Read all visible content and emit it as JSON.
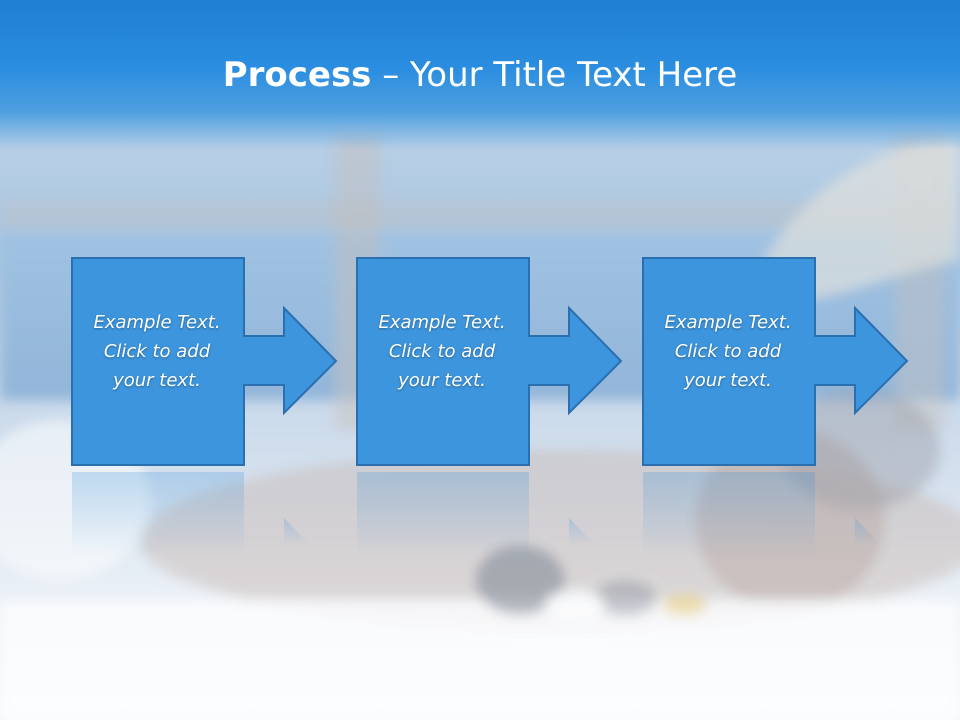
{
  "title": {
    "strong": "Process",
    "rest": " – Your Title Text Here"
  },
  "steps": [
    {
      "line1": "Example Text.",
      "line2": "Click  to add",
      "line3": "your text."
    },
    {
      "line1": "Example Text.",
      "line2": "Click  to add",
      "line3": "your text."
    },
    {
      "line1": "Example Text.",
      "line2": "Click  to add",
      "line3": "your text."
    }
  ],
  "colors": {
    "title_bar": "#2a8de0",
    "box_fill": "#3d95dd",
    "box_border": "#2a6fb0",
    "text": "#ffffff"
  }
}
